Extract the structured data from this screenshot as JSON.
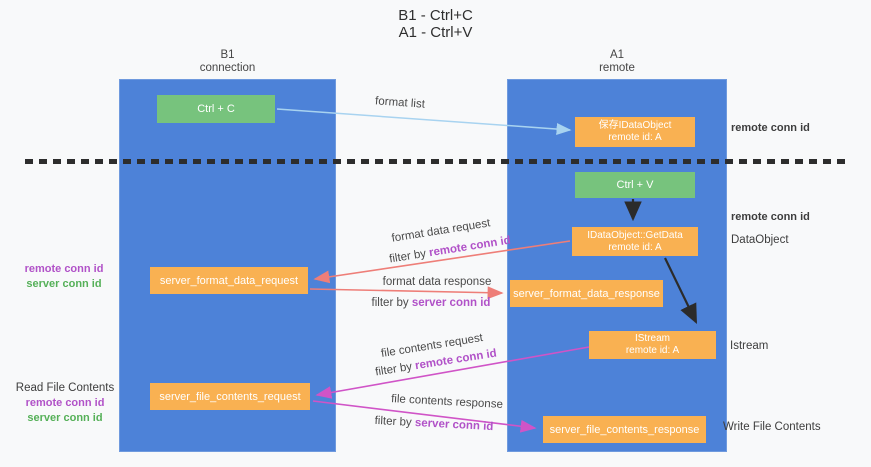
{
  "title": {
    "line1": "B1 - Ctrl+C",
    "line2": "A1 - Ctrl+V"
  },
  "lanes": {
    "left": {
      "name": "B1",
      "subtitle": "connection"
    },
    "right": {
      "name": "A1",
      "subtitle": "remote"
    }
  },
  "boxes": {
    "ctrl_c": {
      "label": "Ctrl + C"
    },
    "saved_dataobject": {
      "line1": "保存IDataObject",
      "line2": "remote id: A"
    },
    "ctrl_v": {
      "label": "Ctrl + V"
    },
    "getdata": {
      "line1": "IDataObject::GetData",
      "line2": "remote id: A"
    },
    "server_format_data_request": {
      "label": "server_format_data_request"
    },
    "server_format_data_response": {
      "label": "server_format_data_response"
    },
    "istream": {
      "line1": "IStream",
      "line2": "remote id: A"
    },
    "server_file_contents_request": {
      "label": "server_file_contents_request"
    },
    "server_file_contents_response": {
      "label": "server_file_contents_response"
    }
  },
  "arrow_labels": {
    "format_list": "format list",
    "format_data_request": "format data request",
    "format_data_response": "format data response",
    "file_contents_request": "file contents request",
    "file_contents_response": "file contents response",
    "filter_prefix": "filter by ",
    "remote_conn_id": "remote conn id",
    "server_conn_id": "server conn id"
  },
  "side_labels": {
    "left_top": {
      "remote": "remote conn id",
      "server": "server conn id"
    },
    "left_bottom": {
      "title": "Read File Contents",
      "remote": "remote conn id",
      "server": "server conn id"
    },
    "right": {
      "r1": "remote conn id",
      "r2": "remote conn id",
      "r3": "DataObject",
      "r4": "Istream",
      "r5": "Write File Contents"
    }
  },
  "colors": {
    "lane_blue": "#4d82d8",
    "box_green": "#77c37d",
    "box_orange": "#f9b152",
    "arrow_red": "#ee7e78",
    "arrow_magenta": "#d054c7",
    "arrow_light_blue": "#a8d3f0",
    "arrow_black": "#2b2b2b",
    "label_purple": "#b152c8",
    "label_green": "#55b058"
  }
}
